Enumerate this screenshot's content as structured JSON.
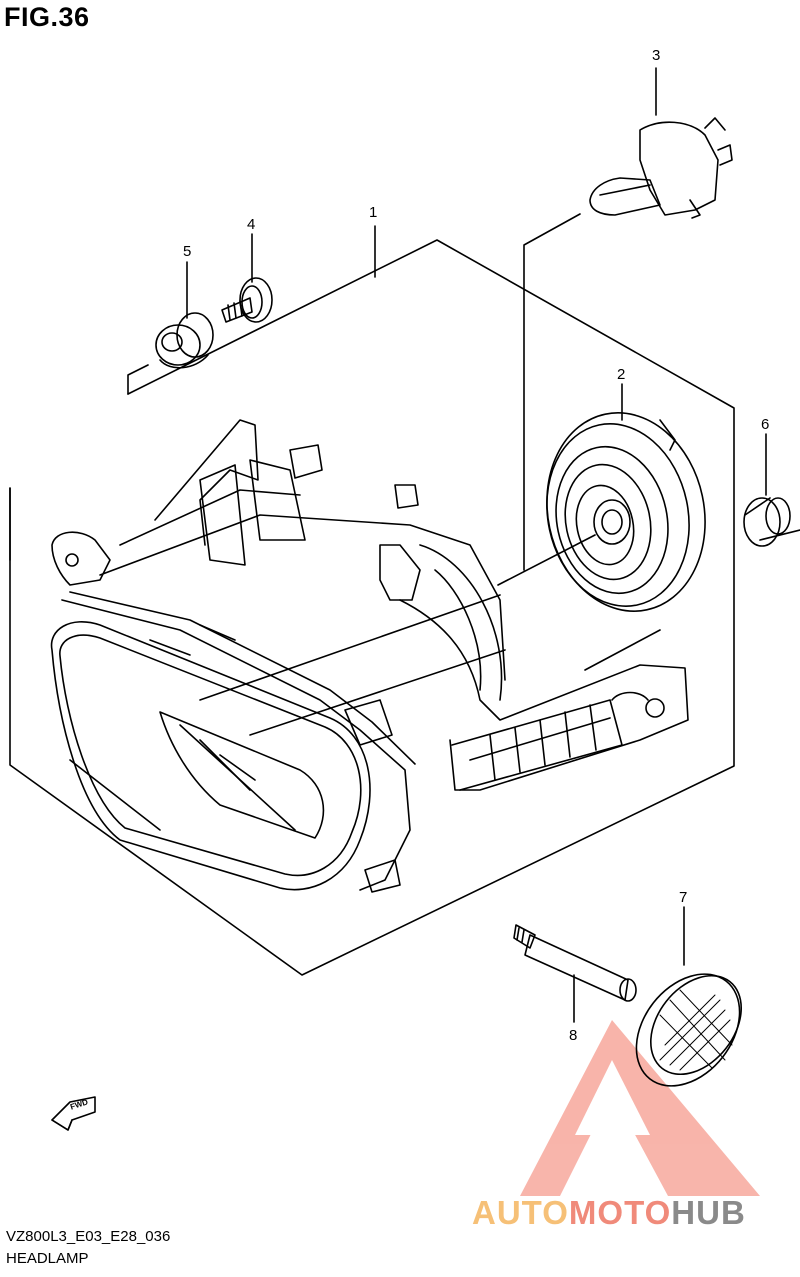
{
  "figure": {
    "title": "FIG.36",
    "code": "VZ800L3_E03_E28_036",
    "name": "HEADLAMP"
  },
  "callouts": [
    {
      "id": "1",
      "label": "1"
    },
    {
      "id": "2",
      "label": "2"
    },
    {
      "id": "3",
      "label": "3"
    },
    {
      "id": "4",
      "label": "4"
    },
    {
      "id": "5",
      "label": "5"
    },
    {
      "id": "6",
      "label": "6"
    },
    {
      "id": "7",
      "label": "7"
    },
    {
      "id": "8",
      "label": "8"
    }
  ],
  "fwd_label": "FWD",
  "watermark": {
    "part1": "AUTO",
    "part2": "MOTO",
    "part3": "HUB",
    "colors": {
      "auto": "#f6c077",
      "moto": "#f08a7a",
      "hub": "#8a8a8a",
      "logo": "#f08a7a"
    }
  }
}
